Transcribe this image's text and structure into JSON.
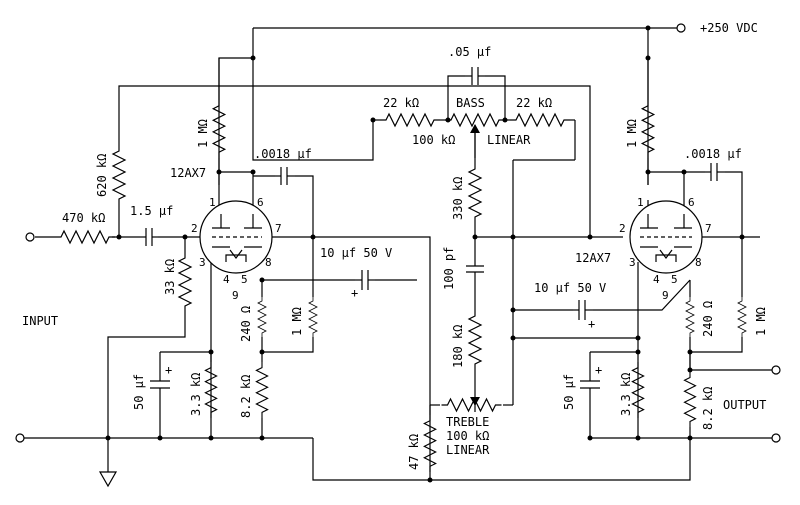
{
  "supply": "+250 VDC",
  "ports": {
    "input": "INPUT",
    "output": "OUTPUT"
  },
  "tubes": {
    "v1": "12AX7",
    "v2": "12AX7"
  },
  "pins": {
    "v1": {
      "p1": "1",
      "p6": "6",
      "p2": "2",
      "p7": "7",
      "p3": "3",
      "p8": "8",
      "p4": "4",
      "p5": "5",
      "p9": "9"
    },
    "v2": {
      "p1": "1",
      "p6": "6",
      "p2": "2",
      "p7": "7",
      "p3": "3",
      "p8": "8",
      "p4": "4",
      "p5": "5",
      "p9": "9"
    }
  },
  "components": {
    "r_in": "470 kΩ",
    "r_fb": "620 kΩ",
    "r_plate1": "1 MΩ",
    "c_in": "1.5 µf",
    "c_fb1": ".0018 µf",
    "r_k1": "33 kΩ",
    "c_cpl1": "10 µf 50 V",
    "c_cpl1_plus": "+",
    "r_240_1": "240 Ω",
    "r_grid1": "1 MΩ",
    "r_8k2_1": "8.2 kΩ",
    "r_3k3_1": "3.3 kΩ",
    "c_50_1": "50 µf",
    "c_50_1_plus": "+",
    "c_bass": ".05 µf",
    "r_22k_l": "22 kΩ",
    "r_22k_r": "22 kΩ",
    "bass_label": "BASS",
    "bass_value": "100 kΩ",
    "bass_taper": "LINEAR",
    "r_330k": "330 kΩ",
    "c_100p": "100 pf",
    "r_180k": "180 kΩ",
    "treble_label": "TREBLE",
    "treble_value": "100 kΩ",
    "treble_taper": "LINEAR",
    "r_47k": "47 kΩ",
    "r_plate2": "1 MΩ",
    "c_fb2": ".0018 µf",
    "c_cpl2": "10 µf 50 V",
    "c_cpl2_plus": "+",
    "r_240_2": "240 Ω",
    "r_grid2": "1 MΩ",
    "r_8k2_2": "8.2 kΩ",
    "r_3k3_2": "3.3 kΩ",
    "c_50_2": "50 µf",
    "c_50_2_plus": "+"
  }
}
